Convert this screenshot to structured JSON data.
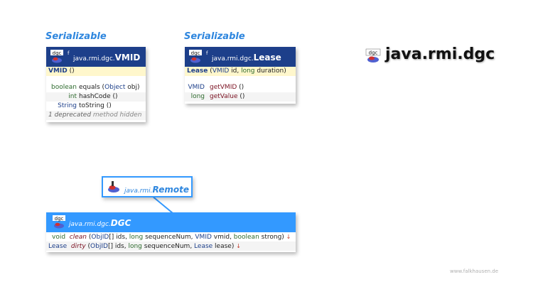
{
  "package_title": "java.rmi.dgc",
  "credit": "www.falkhausen.de",
  "vmid": {
    "interface_label": "Serializable",
    "badge": "dgc",
    "modifier": "f",
    "package": "java.rmi.dgc.",
    "name": "VMID",
    "ctor_name": "VMID",
    "ctor_args": "()",
    "methods": [
      {
        "ret": "boolean",
        "name": "equals",
        "args_open": "(",
        "arg_type": "Object",
        "args_rest": " obj)"
      },
      {
        "ret": "int",
        "name": "hashCode",
        "args_open": "()",
        "arg_type": "",
        "args_rest": ""
      },
      {
        "ret": "String",
        "name": "toString",
        "args_open": "()",
        "arg_type": "",
        "args_rest": ""
      }
    ],
    "deprecated_note_a": "1 deprecated",
    "deprecated_note_b": "method hidden"
  },
  "lease": {
    "interface_label": "Serializable",
    "badge": "dgc",
    "modifier": "f",
    "package": "java.rmi.dgc.",
    "name": "Lease",
    "ctor_name": "Lease",
    "ctor_p1_type": "VMID",
    "ctor_p1": " id, ",
    "ctor_p2_type": "long",
    "ctor_p2": " duration)",
    "methods": [
      {
        "ret": "VMID",
        "name": "getVMID",
        "args": "()"
      },
      {
        "ret": "long",
        "name": "getValue",
        "args": "()"
      }
    ]
  },
  "remote": {
    "package": "java.rmi.",
    "name": "Remote"
  },
  "dgc": {
    "badge": "dgc",
    "package": "java.rmi.dgc.",
    "name": "DGC",
    "clean": {
      "ret": "void",
      "name": "clean",
      "p1": "ObjID",
      "p1b": "[] ids, ",
      "p2": "long",
      "p2b": " sequenceNum, ",
      "p3": "VMID",
      "p3b": " vmid, ",
      "p4": "boolean",
      "p4b": " strong)",
      "mark": "↓"
    },
    "dirty": {
      "ret": "Lease",
      "name": "dirty",
      "p1": "ObjID",
      "p1b": "[] ids, ",
      "p2": "long",
      "p2b": " sequenceNum, ",
      "p3": "Lease",
      "p3b": " lease)",
      "mark": "↓"
    }
  }
}
